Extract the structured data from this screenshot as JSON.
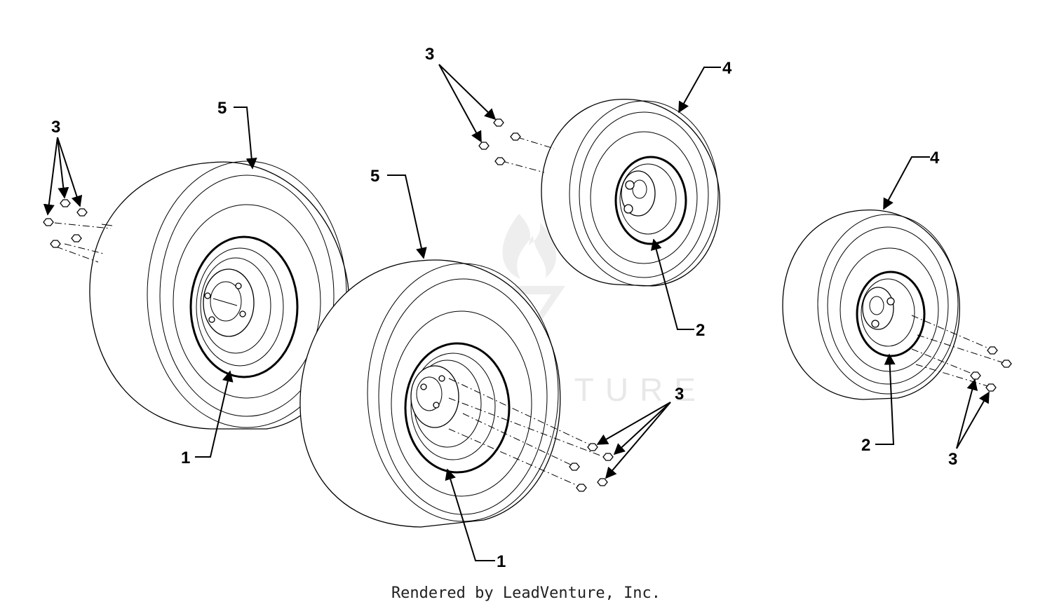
{
  "watermark": {
    "text": "LEADVENTURE"
  },
  "callouts": {
    "c1_left": "1",
    "c1_center": "1",
    "c2_upper": "2",
    "c2_right": "2",
    "c3_far_left": "3",
    "c3_top": "3",
    "c3_center_right": "3",
    "c3_bottom_right": "3",
    "c4_upper": "4",
    "c4_right": "4",
    "c5_left": "5",
    "c5_center": "5"
  },
  "footer": {
    "credit": "Rendered by LeadVenture, Inc."
  }
}
